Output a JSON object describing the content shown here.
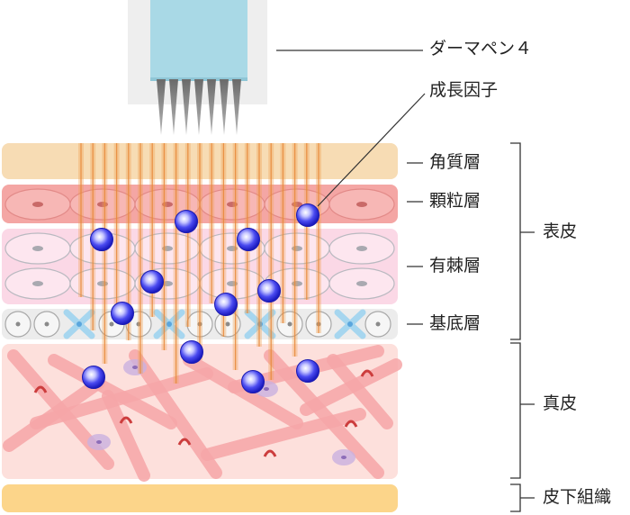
{
  "labels": {
    "device": "ダーマペン４",
    "growth_factor": "成長因子",
    "stratum_corneum": "角質層",
    "stratum_granulosum": "顆粒層",
    "stratum_spinosum": "有棘層",
    "stratum_basale": "基底層",
    "epidermis": "表皮",
    "dermis": "真皮",
    "subcutaneous": "皮下組織"
  },
  "colors": {
    "needle_glow": "#f0a050",
    "growth_factor_dot": "#3a3ae8",
    "corneum": "#f7dcb4",
    "granulosum": "#f4a6a4",
    "spinosum": "#fbd8e6",
    "basale": "#ececec",
    "dermis": "#fde0dc",
    "subcutaneous": "#fcd58a",
    "device_body": "#a9d9e6"
  }
}
